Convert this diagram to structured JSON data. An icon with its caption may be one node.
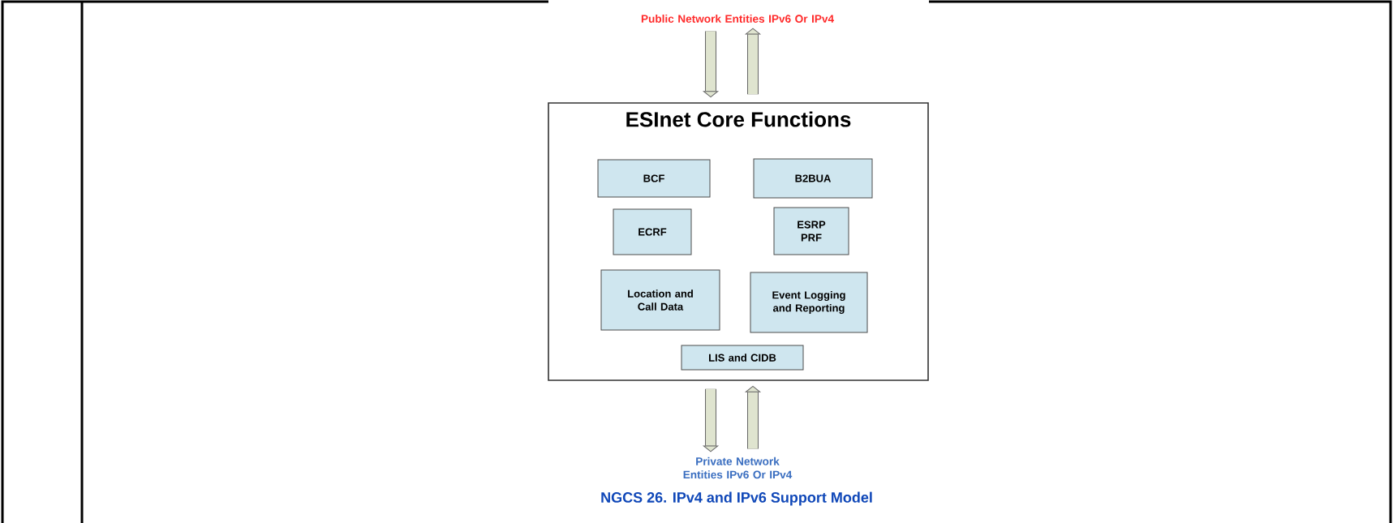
{
  "diagram": {
    "caption": "NGCS 26. IPv4 and IPv6 Support Model",
    "nodes": [
      {
        "text": [
          "Public Network Entities IPv6 Or IPv4"
        ]
      },
      {
        "text": [
          "ESInet Core Functions"
        ]
      },
      {
        "text": [
          "BCF"
        ],
        "in": 1
      },
      {
        "text": [
          "B2BUA"
        ],
        "in": 1
      },
      {
        "text": [
          "ECRF"
        ],
        "in": 1
      },
      {
        "text": [
          "ESRP PRF"
        ],
        "in": 1
      },
      {
        "text": [
          "Location and Call Data"
        ],
        "in": 1
      },
      {
        "text": [
          "Event Logging and Reporting"
        ],
        "in": 1
      },
      {
        "text": [
          "LIS and CIDB"
        ],
        "in": 1
      },
      {
        "text": [
          "Private Network Entities IPv6 Or IPv4"
        ]
      }
    ],
    "edges": [
      {
        "from": 0,
        "to": 1,
        "arrow": "to"
      },
      {
        "from": 1,
        "to": 0,
        "arrow": "to"
      },
      {
        "from": 1,
        "to": 9,
        "arrow": "to"
      },
      {
        "from": 9,
        "to": 1,
        "arrow": "to"
      }
    ]
  }
}
